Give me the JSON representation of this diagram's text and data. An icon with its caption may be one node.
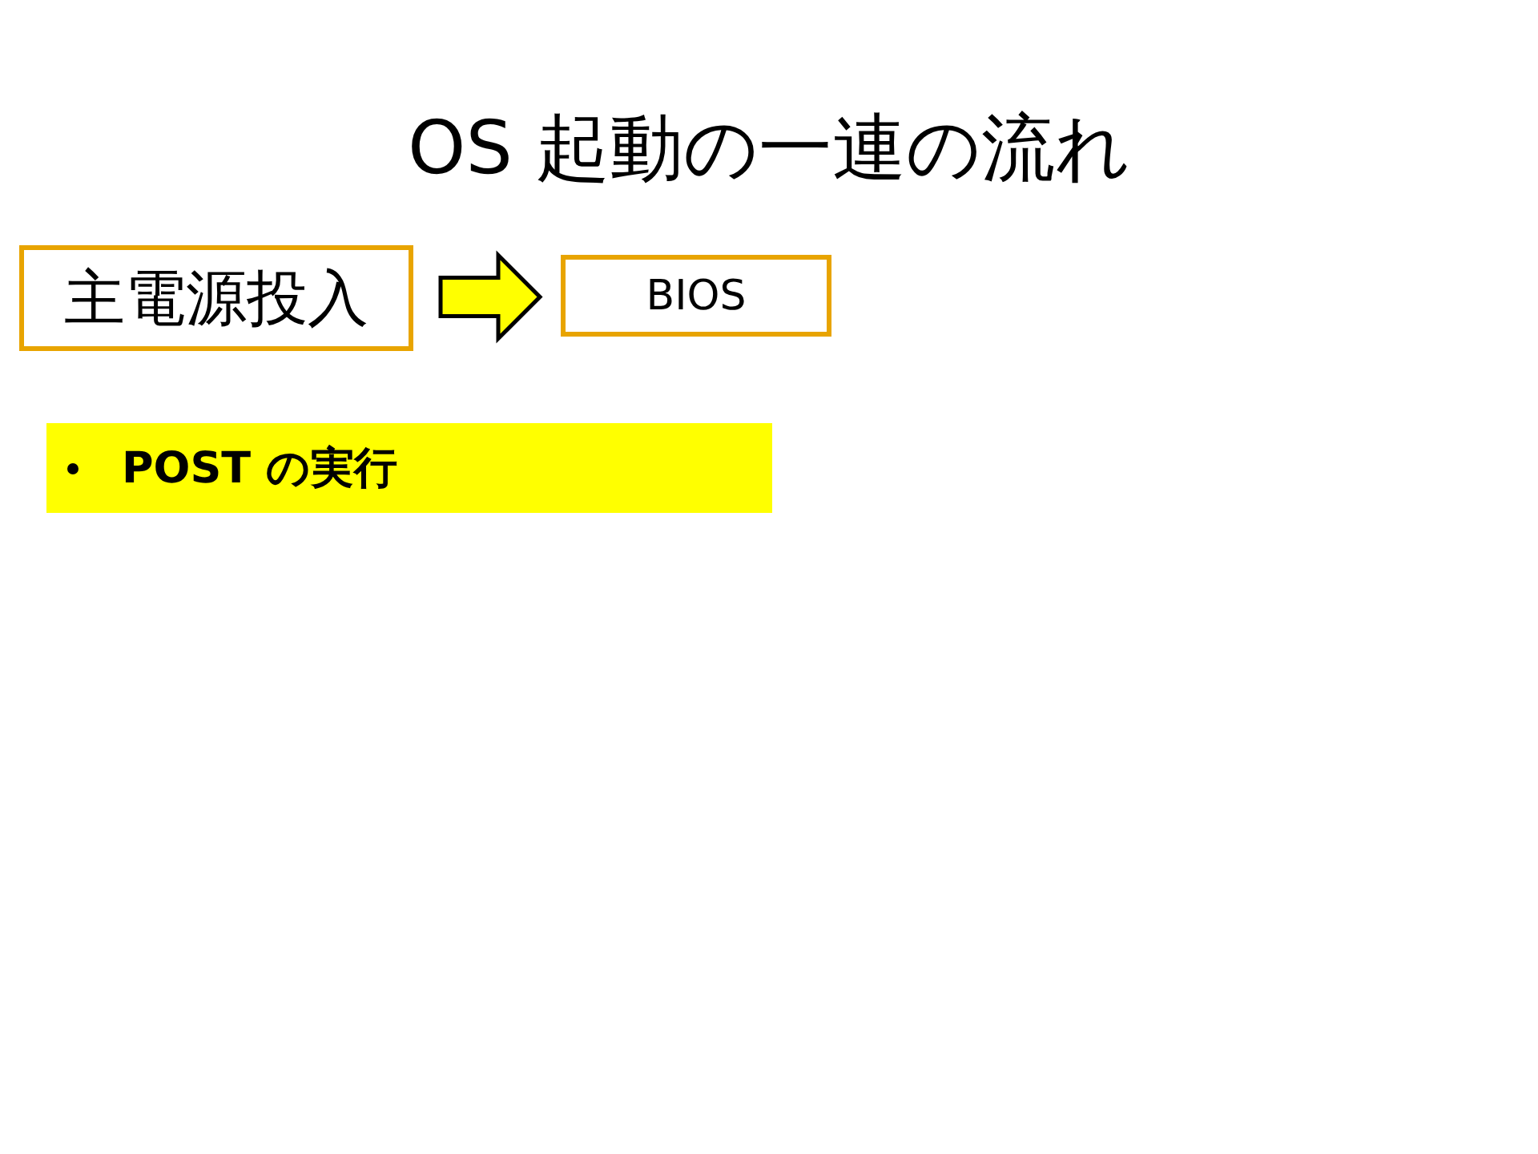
{
  "diagram": {
    "title": "OS 起動の一連の流れ",
    "nodes": [
      {
        "text": [
          "主電源投入"
        ]
      },
      {
        "text": [
          "BIOS"
        ]
      },
      {
        "text": [
          "POST の実行"
        ]
      }
    ],
    "edges": [
      {
        "from": 0,
        "to": 1,
        "arrow": "to"
      }
    ]
  }
}
